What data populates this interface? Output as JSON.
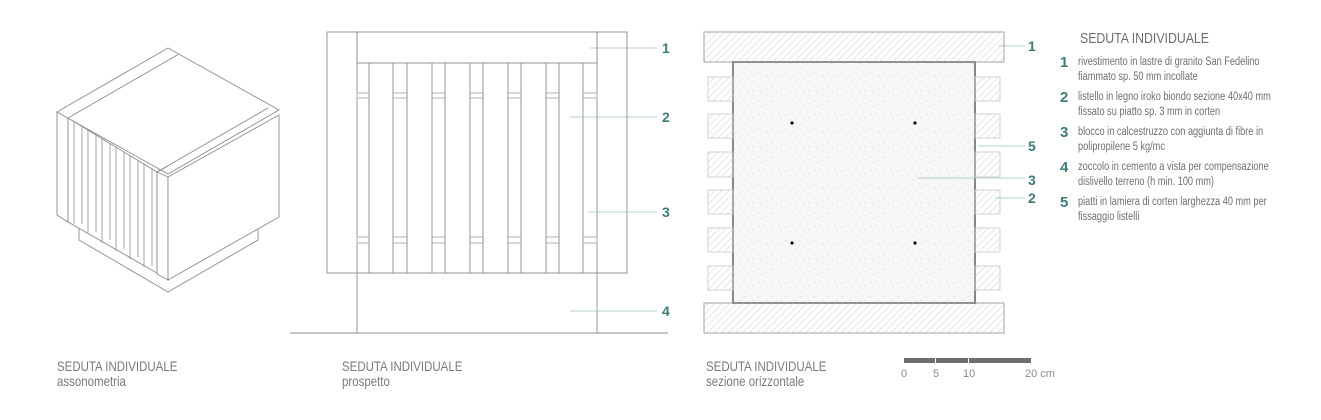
{
  "views": [
    {
      "title": "SEDUTA INDIVIDUALE",
      "subtitle": "assonometria"
    },
    {
      "title": "SEDUTA INDIVIDUALE",
      "subtitle": "prospetto"
    },
    {
      "title": "SEDUTA INDIVIDUALE",
      "subtitle": "sezione orizzontale"
    }
  ],
  "prospetto_labels": [
    "1",
    "2",
    "3",
    "4"
  ],
  "sezione_labels": [
    "1",
    "5",
    "3",
    "2"
  ],
  "scale_bar": {
    "ticks": [
      "0",
      "5",
      "10",
      "20 cm"
    ]
  },
  "legend": {
    "title": "SEDUTA INDIVIDUALE",
    "items": [
      {
        "number": "1",
        "line1": "rivestimento in lastre di granito San Fedelino",
        "line2": "fiammato sp. 50 mm incollate"
      },
      {
        "number": "2",
        "line1": "listello in legno iroko biondo sezione 40x40 mm",
        "line2": "fissato su piatto sp. 3 mm in corten"
      },
      {
        "number": "3",
        "line1": "blocco in calcestruzzo con aggiunta di fibre in",
        "line2": "polipropilene 5 kg/mc"
      },
      {
        "number": "4",
        "line1": "zoccolo in cemento a vista per compensazione",
        "line2": "dislivello terreno (h min. 100 mm)"
      },
      {
        "number": "5",
        "line1": "piatti in lamiera di corten larghezza 40 mm per",
        "line2": "fissaggio listelli"
      }
    ]
  },
  "colors": {
    "accent": "#3f7b78",
    "line": "#8c8c8c",
    "text": "#6f6f6f"
  }
}
